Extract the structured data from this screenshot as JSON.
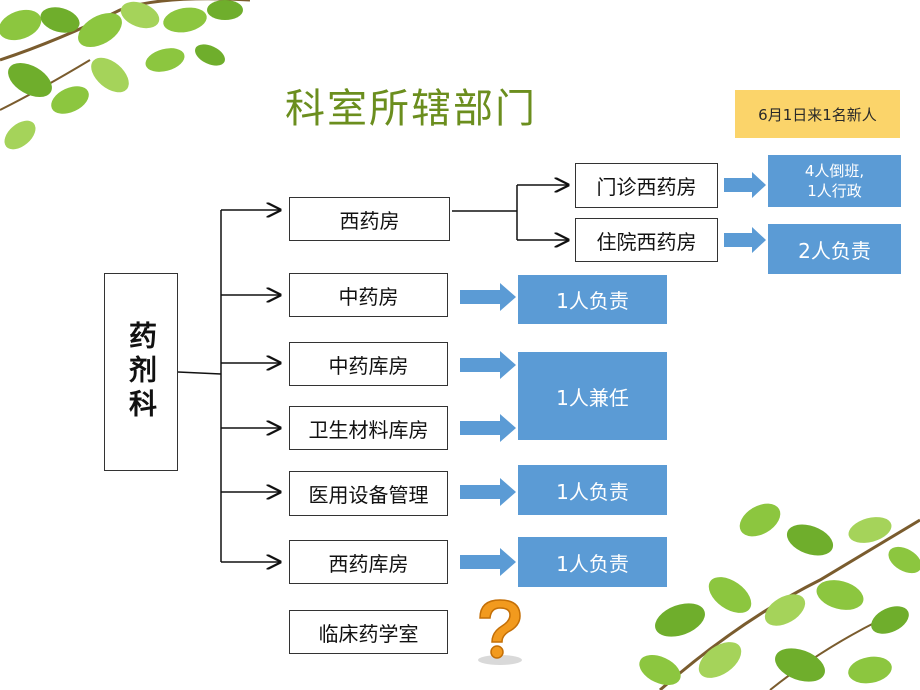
{
  "title": "科室所辖部门",
  "note": "6月1日来1名新人",
  "root": "药剂科",
  "departments": {
    "west_pharmacy": "西药房",
    "outpatient_west": "门诊西药房",
    "inpatient_west": "住院西药房",
    "chinese_pharmacy": "中药房",
    "chinese_store": "中药库房",
    "sanitary_store": "卫生材料库房",
    "equipment_mgmt": "医用设备管理",
    "west_store": "西药库房",
    "clinical_room": "临床药学室"
  },
  "staffing": {
    "outpatient_line1": "4人倒班,",
    "outpatient_line2": "1人行政",
    "inpatient": "2人负责",
    "chinese_pharmacy": "1人负责",
    "shared_stores": "1人兼任",
    "equipment": "1人负责",
    "west_store": "1人负责"
  },
  "colors": {
    "title": "#6b8e1e",
    "staff_box": "#5b9bd5",
    "note_bg": "#fbd46a",
    "arrow": "#5b9bd5"
  },
  "icons": [
    "leaf-cluster-top-left",
    "leaf-cluster-bottom-right",
    "question-mark-icon"
  ]
}
